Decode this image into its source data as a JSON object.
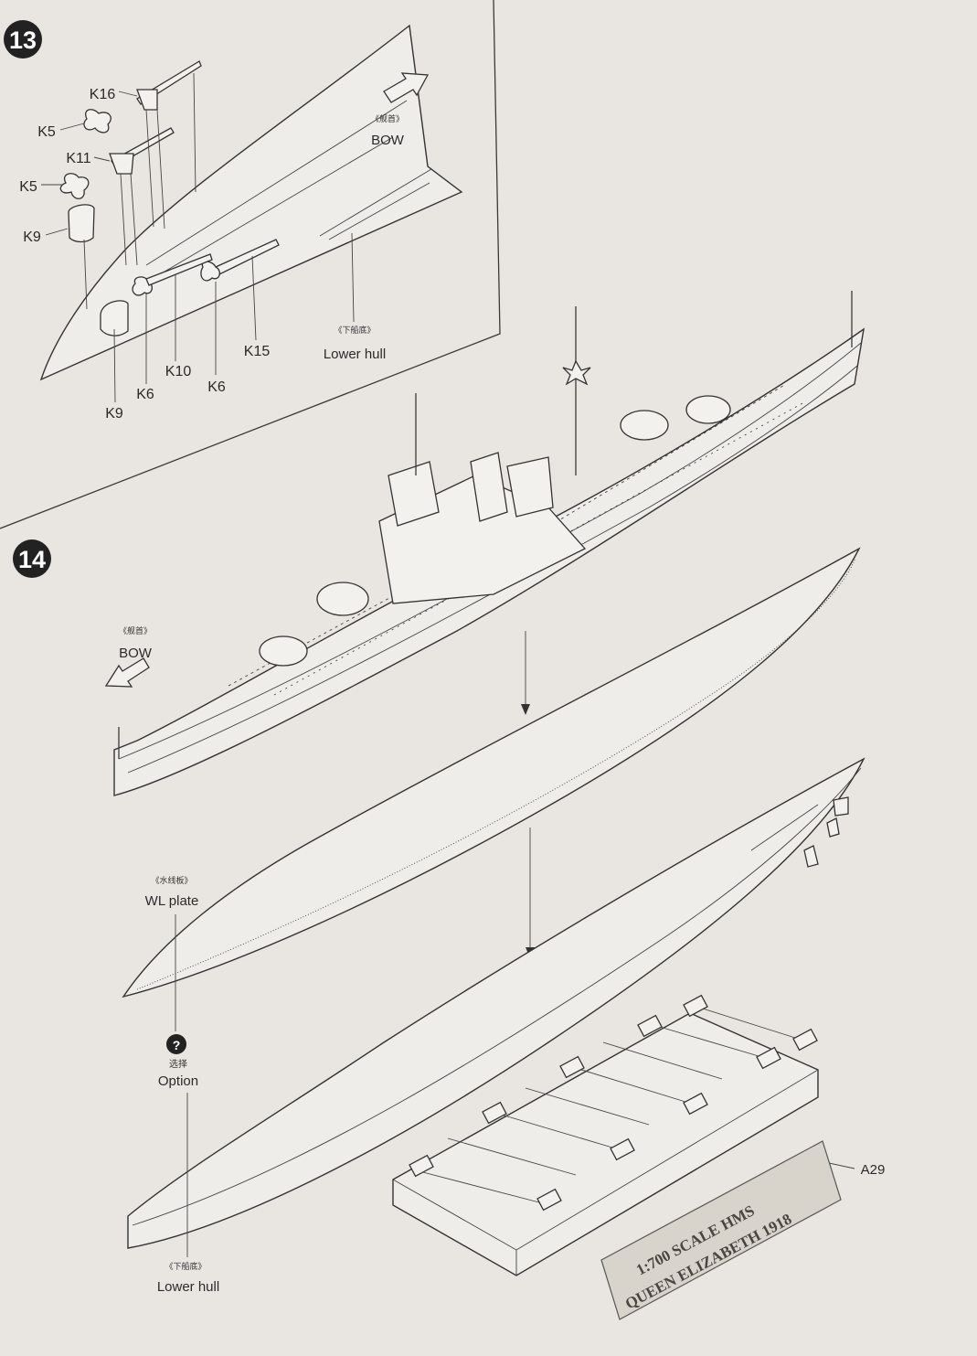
{
  "steps": [
    {
      "number": "13",
      "labels": {
        "k16": "K16",
        "k5_top": "K5",
        "k11": "K11",
        "k5_bottom": "K5",
        "k9_left": "K9",
        "k9_bottom": "K9",
        "k10": "K10",
        "k6_left": "K6",
        "k6_right": "K6",
        "k15": "K15"
      },
      "bow_cn": "《舰首》",
      "bow": "BOW",
      "lower_hull_cn": "《下船底》",
      "lower_hull": "Lower hull"
    },
    {
      "number": "14",
      "bow_cn": "《舰首》",
      "bow": "BOW",
      "wl_plate_cn": "《水线板》",
      "wl_plate": "WL plate",
      "option_icon": "?",
      "option_cn": "选择",
      "option": "Option",
      "lower_hull_cn": "《下船底》",
      "lower_hull": "Lower hull",
      "stand_part": "A29",
      "stand_plaque_line1": "1:700 SCALE HMS",
      "stand_plaque_line2": "QUEEN ELIZABETH 1918"
    }
  ],
  "icons": [
    "arrow-bow-icon",
    "assembly-arrow-icon",
    "question-icon"
  ]
}
